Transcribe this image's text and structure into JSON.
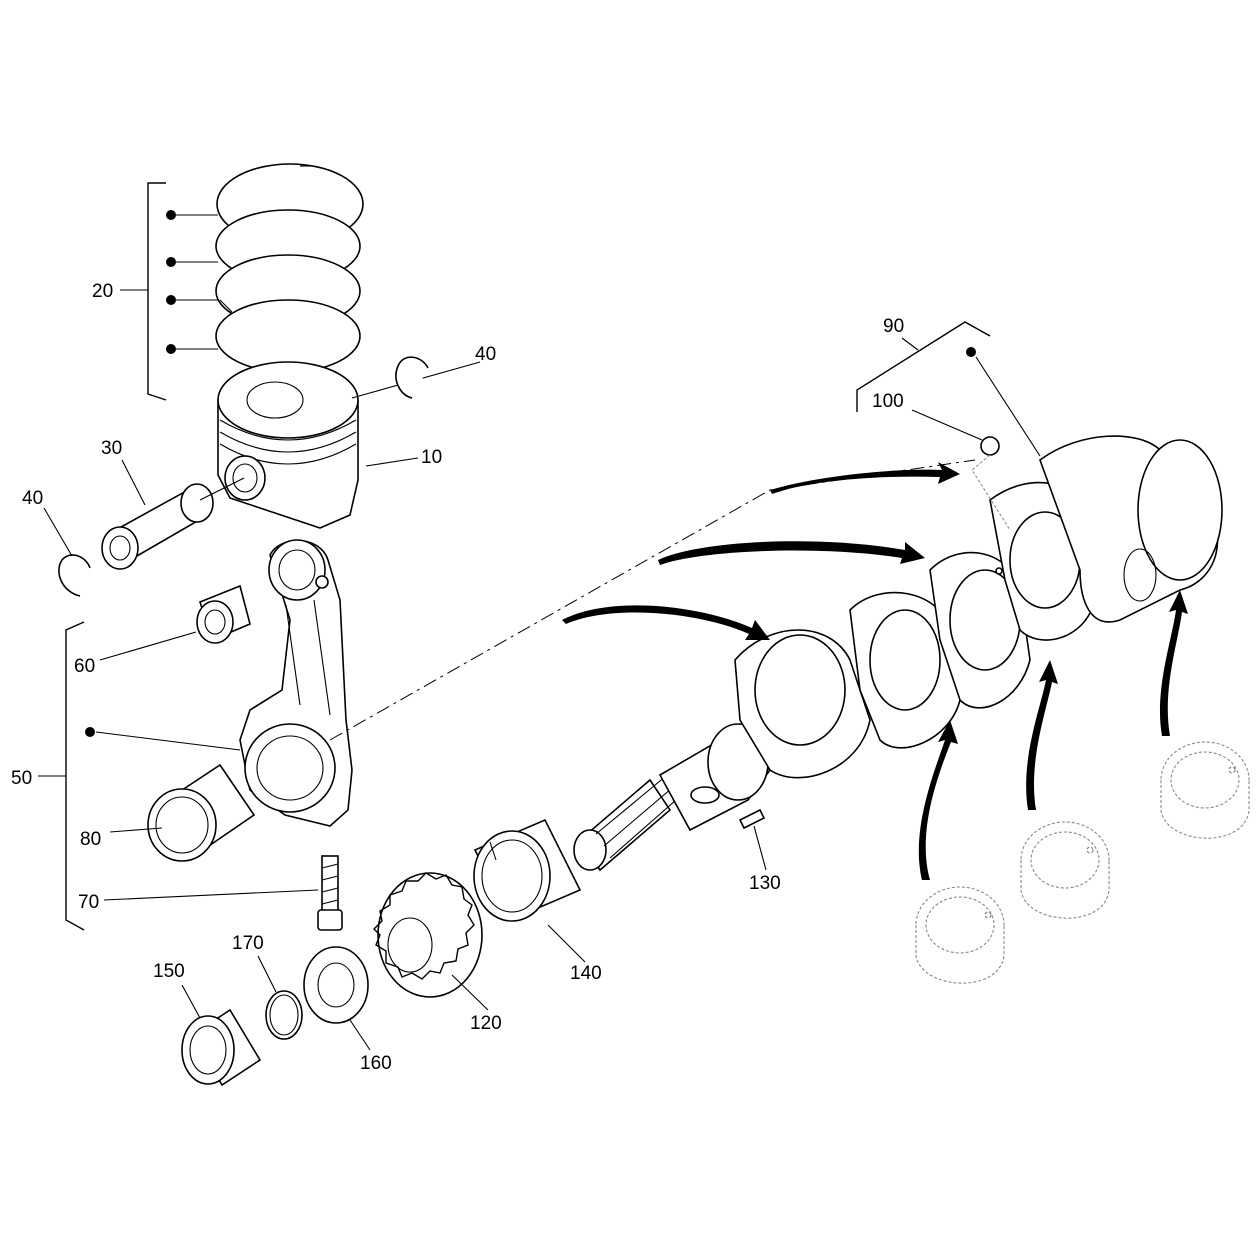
{
  "callouts": {
    "c10": "10",
    "c20": "20",
    "c30": "30",
    "c40a": "40",
    "c40b": "40",
    "c50": "50",
    "c60": "60",
    "c70": "70",
    "c80": "80",
    "c90": "90",
    "c100": "100",
    "c120": "120",
    "c130": "130",
    "c140": "140",
    "c150": "150",
    "c160": "160",
    "c170": "170"
  }
}
